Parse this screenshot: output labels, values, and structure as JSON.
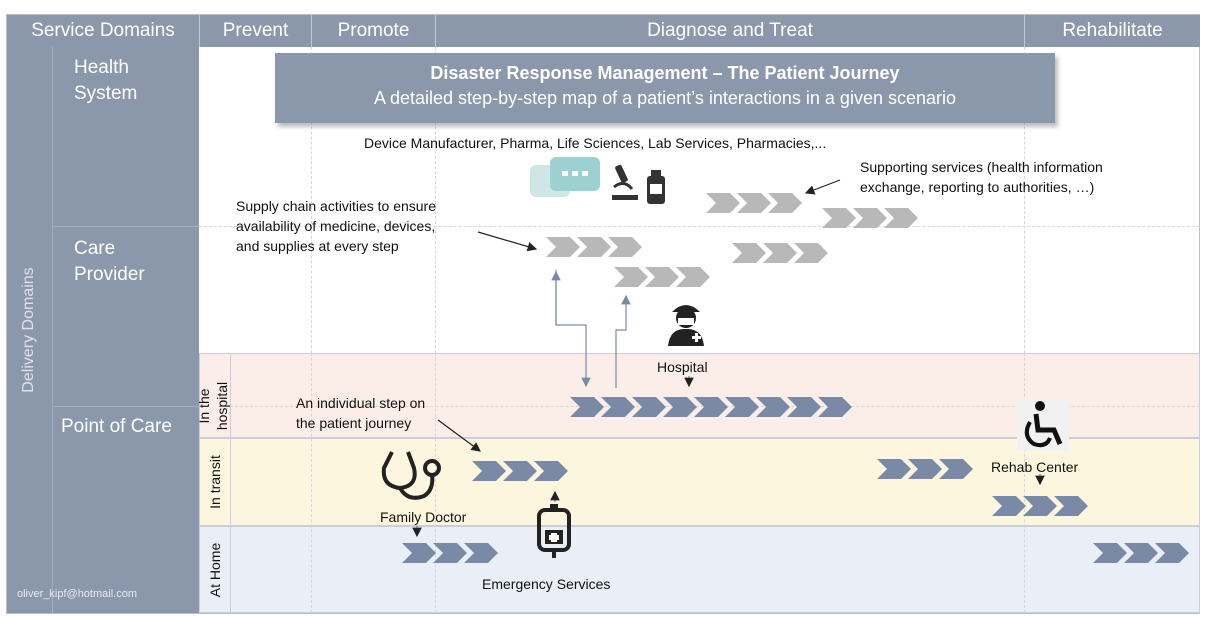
{
  "header": {
    "service_domains": "Service Domains",
    "prevent": "Prevent",
    "promote": "Promote",
    "diagnose_treat": "Diagnose and Treat",
    "rehabilitate": "Rehabilitate"
  },
  "left": {
    "delivery_domains": "Delivery Domains",
    "health_system": "Health\nSystem",
    "care_provider": "Care\nProvider",
    "point_of_care": "Point of Care",
    "email": "oliver_kipf@hotmail.com"
  },
  "bands": {
    "in_hospital": "In the\nhospital",
    "in_transit": "In transit",
    "at_home": "At Home"
  },
  "title": {
    "line1": "Disaster Response Management – The Patient Journey",
    "line2": "A detailed step-by-step map of a patient’s interactions in a given scenario"
  },
  "notes": {
    "manufacturers": "Device Manufacturer, Pharma, Life Sciences, Lab Services, Pharmacies,...",
    "supporting": "Supporting services (health information\nexchange, reporting to authorities, …)",
    "supply_chain": "Supply chain activities to ensure\navailability of medicine, devices,\nand supplies at every step",
    "individual_step": "An individual  step on\nthe patient journey"
  },
  "places": {
    "hospital": "Hospital",
    "family_doctor": "Family Doctor",
    "emergency_services": "Emergency Services",
    "rehab_center": "Rehab Center"
  },
  "colors": {
    "header_gray": "#8b98ab",
    "chevron_blue": "#7a8aa6",
    "chevron_gray": "#b8b8b8",
    "hospital_band": "#fbeee9",
    "transit_band": "#fdf6df",
    "home_band": "#eaeef6",
    "icon_teal": "#bfe0e0"
  },
  "icons": [
    "chat-bubbles-icon",
    "microscope-icon",
    "vial-icon",
    "doctor-icon",
    "stethoscope-icon",
    "iv-bag-icon",
    "wheelchair-icon"
  ]
}
